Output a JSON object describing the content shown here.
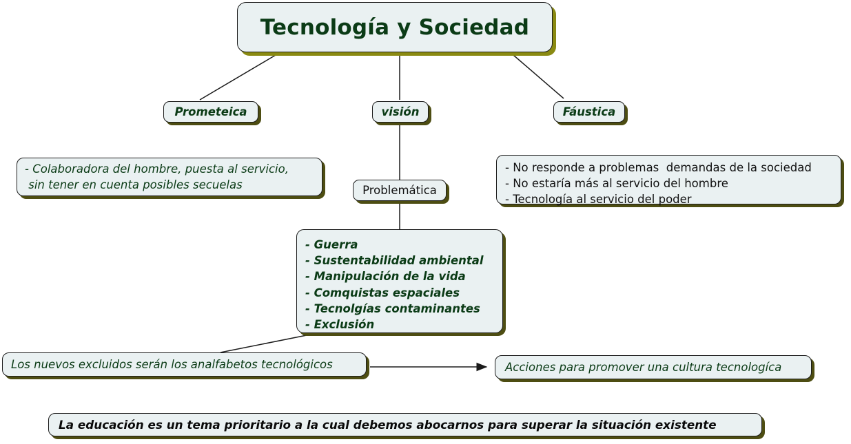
{
  "diagram": {
    "title": "Tecnología y Sociedad",
    "branches": {
      "left_label": "Prometeica",
      "center_label": "visión",
      "right_label": "Fáustica"
    },
    "prometeica_detail": "- Colaboradora del hombre, puesta al servicio,\n sin tener en cuenta posibles secuelas",
    "faustica_detail": "- No responde a problemas  demandas de la sociedad\n- No estaría más al servicio del hombre\n- Tecnología al servicio del poder",
    "problematica_label": "Problemática",
    "problematica_items": "- Guerra\n- Sustentabilidad ambiental\n- Manipulación de la vida\n- Comquistas espaciales\n- Tecnolgías contaminantes\n- Exclusión",
    "excluidos_note": "Los nuevos excluidos serán los analfabetos tecnológicos",
    "acciones_note": "Acciones para promover una cultura tecnologíca",
    "conclusion_banner": "La educación es un tema prioritario a la cual debemos abocarnos para superar la situación existente",
    "colors": {
      "node_fill": "#eaf1f2",
      "node_border": "#1b1b1b",
      "shadow": "#4d4d12",
      "title_shadow": "#8a8a12",
      "green_text": "#0b3b16",
      "black_text": "#111111",
      "connector": "#1b1b1b"
    }
  }
}
